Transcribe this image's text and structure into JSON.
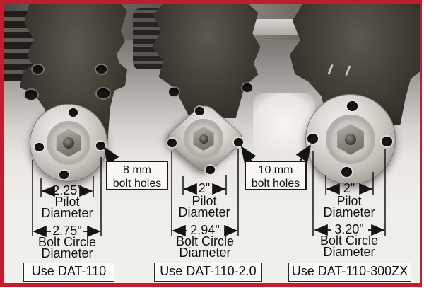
{
  "colors": {
    "frame_red": "#bf1e2e"
  },
  "callouts": {
    "left": {
      "line1": "8 mm",
      "line2": "bolt holes"
    },
    "right": {
      "line1": "10 mm",
      "line2": "bolt holes"
    }
  },
  "columns": [
    {
      "pilot_value": "2.25\"",
      "pilot_line1": "Pilot",
      "pilot_line2": "Diameter",
      "bolt_value": "2.75\"",
      "bolt_line1": "Bolt Circle",
      "bolt_line2": "Diameter",
      "use_label": "Use DAT-110"
    },
    {
      "pilot_value": "2\"",
      "pilot_line1": "Pilot",
      "pilot_line2": "Diameter",
      "bolt_value": "2.94\"",
      "bolt_line1": "Bolt Circle",
      "bolt_line2": "Diameter",
      "use_label": "Use DAT-110-2.0"
    },
    {
      "pilot_value": "2\"",
      "pilot_line1": "Pilot",
      "pilot_line2": "Diameter",
      "bolt_value": "3.20\"",
      "bolt_line1": "Bolt Circle",
      "bolt_line2": "Diameter",
      "use_label": "Use DAT-110-300ZX"
    }
  ]
}
